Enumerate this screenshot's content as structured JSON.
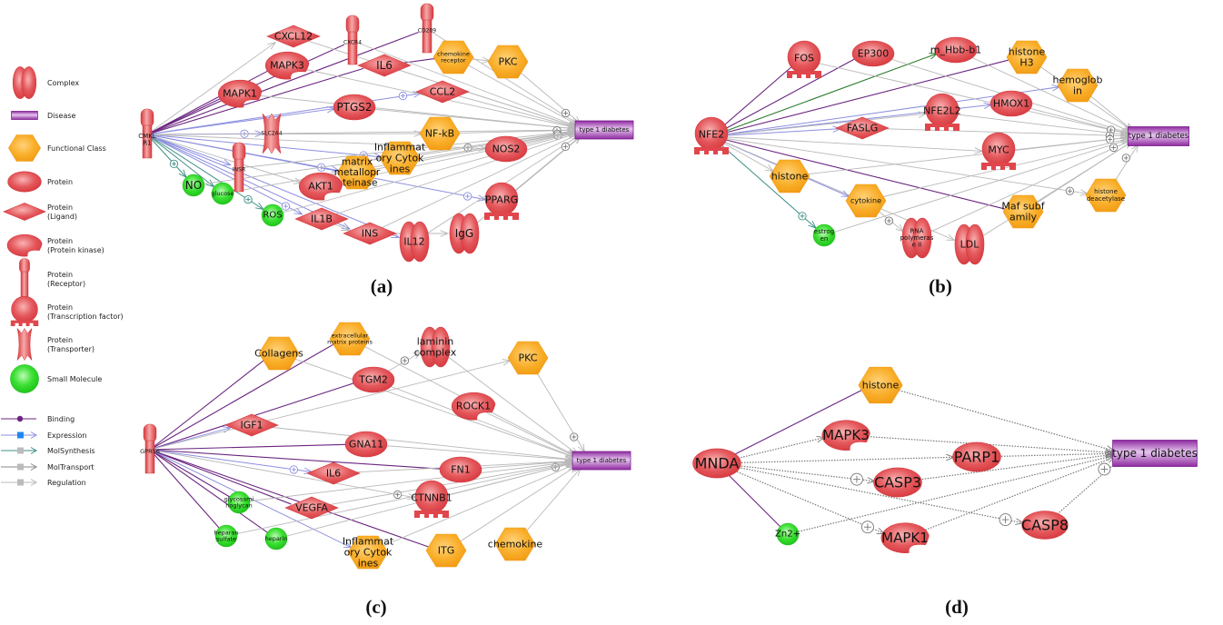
{
  "legend": {
    "node_types": [
      {
        "shape": "complex",
        "label": "Complex"
      },
      {
        "shape": "disease",
        "label": "Disease"
      },
      {
        "shape": "functional-class",
        "label": "Functional Class"
      },
      {
        "shape": "protein",
        "label": "Protein"
      },
      {
        "shape": "ligand",
        "label": "Protein",
        "sublabel": "(Ligand)"
      },
      {
        "shape": "kinase",
        "label": "Protein",
        "sublabel": "(Protein kinase)"
      },
      {
        "shape": "receptor",
        "label": "Protein",
        "sublabel": "(Receptor)"
      },
      {
        "shape": "tf",
        "label": "Protein",
        "sublabel": "(Transcription factor)"
      },
      {
        "shape": "transporter",
        "label": "Protein",
        "sublabel": "(Transporter)"
      },
      {
        "shape": "small-molecule",
        "label": "Small Molecule"
      }
    ],
    "edge_types": [
      {
        "type": "binding",
        "label": "Binding"
      },
      {
        "type": "expression",
        "label": "Expression"
      },
      {
        "type": "molsynthesis",
        "label": "MolSynthesis"
      },
      {
        "type": "moltransport",
        "label": "MolTransport"
      },
      {
        "type": "regulation",
        "label": "Regulation"
      }
    ]
  },
  "colors": {
    "protein": "#e0464c",
    "functional_class": "#f7a51c",
    "small_molecule": "#2fd82a",
    "disease": "#8a2a9e",
    "binding": "#6a2580",
    "expression": "#8c8fe0",
    "molsynthesis": "#3f8f86",
    "moltransport": "#888888",
    "regulation": "#b8b8b8",
    "synthesis_green": "#2e7d2e"
  },
  "panels": [
    {
      "caption": "(a)",
      "target": "type 1 diabetes",
      "nodes": [
        {
          "id": "CMKLR1",
          "label": "CMKL\nR1",
          "shape": "receptor"
        },
        {
          "id": "CXCL12",
          "label": "CXCL12",
          "shape": "ligand"
        },
        {
          "id": "CXCR4",
          "label": "CXCR4",
          "shape": "receptor"
        },
        {
          "id": "CD209",
          "label": "CD209",
          "shape": "receptor"
        },
        {
          "id": "MAPK3",
          "label": "MAPK3",
          "shape": "kinase"
        },
        {
          "id": "MAPK1",
          "label": "MAPK1",
          "shape": "kinase"
        },
        {
          "id": "IL6",
          "label": "IL6",
          "shape": "ligand"
        },
        {
          "id": "chemokine_receptor",
          "label": "chemokine\nreceptor",
          "shape": "functional-class"
        },
        {
          "id": "PKC",
          "label": "PKC",
          "shape": "functional-class"
        },
        {
          "id": "PTGS2",
          "label": "PTGS2",
          "shape": "protein"
        },
        {
          "id": "CCL2",
          "label": "CCL2",
          "shape": "ligand"
        },
        {
          "id": "SLC2A4",
          "label": "SLC2A4",
          "shape": "transporter"
        },
        {
          "id": "NF-kB",
          "label": "NF-kB",
          "shape": "functional-class"
        },
        {
          "id": "INSR",
          "label": "INSR",
          "shape": "receptor"
        },
        {
          "id": "Inflammatory_Cytokines",
          "label": "Inflammat\nory Cytok\nines",
          "shape": "functional-class"
        },
        {
          "id": "NOS2",
          "label": "NOS2",
          "shape": "protein"
        },
        {
          "id": "matrix_metalloproteinase",
          "label": "matrix\nmetallopr\noteinase",
          "shape": "functional-class"
        },
        {
          "id": "AKT1",
          "label": "AKT1",
          "shape": "kinase"
        },
        {
          "id": "NO",
          "label": "NO",
          "shape": "small-molecule"
        },
        {
          "id": "glucose",
          "label": "glucose",
          "shape": "small-molecule"
        },
        {
          "id": "ROS",
          "label": "ROS",
          "shape": "small-molecule"
        },
        {
          "id": "IL1B",
          "label": "IL1B",
          "shape": "ligand"
        },
        {
          "id": "INS",
          "label": "INS",
          "shape": "ligand"
        },
        {
          "id": "IL12",
          "label": "IL12",
          "shape": "complex"
        },
        {
          "id": "IgG",
          "label": "IgG",
          "shape": "complex"
        },
        {
          "id": "PPARG",
          "label": "PPARG",
          "shape": "tf"
        },
        {
          "id": "T1D",
          "label": "type 1 diabetes",
          "shape": "disease"
        }
      ]
    },
    {
      "caption": "(b)",
      "target": "type 1 diabetes",
      "nodes": [
        {
          "id": "NFE2",
          "label": "NFE2",
          "shape": "tf"
        },
        {
          "id": "FOS",
          "label": "FOS",
          "shape": "tf"
        },
        {
          "id": "EP300",
          "label": "EP300",
          "shape": "protein"
        },
        {
          "id": "m_Hbb-b1",
          "label": "m_Hbb-b1",
          "shape": "protein"
        },
        {
          "id": "histone_H3",
          "label": "histone\nH3",
          "shape": "functional-class"
        },
        {
          "id": "hemoglobin",
          "label": "hemoglob\nin",
          "shape": "functional-class"
        },
        {
          "id": "HMOX1",
          "label": "HMOX1",
          "shape": "protein"
        },
        {
          "id": "FASLG",
          "label": "FASLG",
          "shape": "ligand"
        },
        {
          "id": "NFE2L2",
          "label": "NFE2L2",
          "shape": "tf"
        },
        {
          "id": "MYC",
          "label": "MYC",
          "shape": "tf"
        },
        {
          "id": "histone",
          "label": "histone",
          "shape": "functional-class"
        },
        {
          "id": "cytokine",
          "label": "cytokine",
          "shape": "functional-class"
        },
        {
          "id": "estrogen",
          "label": "estrog\nen",
          "shape": "small-molecule"
        },
        {
          "id": "RNA_polymerase_II",
          "label": "RNA\npolymeras\ne II",
          "shape": "complex"
        },
        {
          "id": "LDL",
          "label": "LDL",
          "shape": "complex"
        },
        {
          "id": "Maf_subfamily",
          "label": "Maf subf\namily",
          "shape": "functional-class"
        },
        {
          "id": "histone_deacetylase",
          "label": "histone\ndeacetylase",
          "shape": "functional-class"
        },
        {
          "id": "T1D",
          "label": "type 1 diabetes",
          "shape": "disease"
        }
      ]
    },
    {
      "caption": "(c)",
      "target": "type 1 diabetes",
      "nodes": [
        {
          "id": "GPR56",
          "label": "GPR56",
          "shape": "receptor"
        },
        {
          "id": "Collagens",
          "label": "Collagens",
          "shape": "functional-class"
        },
        {
          "id": "ECM_proteins",
          "label": "extracellular\nmatrix proteins",
          "shape": "functional-class"
        },
        {
          "id": "laminin_complex",
          "label": "laminin\ncomplex",
          "shape": "complex"
        },
        {
          "id": "PKC",
          "label": "PKC",
          "shape": "functional-class"
        },
        {
          "id": "TGM2",
          "label": "TGM2",
          "shape": "protein"
        },
        {
          "id": "ROCK1",
          "label": "ROCK1",
          "shape": "kinase"
        },
        {
          "id": "IGF1",
          "label": "IGF1",
          "shape": "ligand"
        },
        {
          "id": "GNA11",
          "label": "GNA11",
          "shape": "protein"
        },
        {
          "id": "FN1",
          "label": "FN1",
          "shape": "protein"
        },
        {
          "id": "IL6",
          "label": "IL6",
          "shape": "ligand"
        },
        {
          "id": "CTNNB1",
          "label": "CTNNB1",
          "shape": "tf"
        },
        {
          "id": "VEGFA",
          "label": "VEGFA",
          "shape": "ligand"
        },
        {
          "id": "glycosaminoglycan",
          "label": "glycosami\nnoglycan",
          "shape": "small-molecule"
        },
        {
          "id": "heparan_sulfate",
          "label": "heparan\nsulfate",
          "shape": "small-molecule"
        },
        {
          "id": "heparin",
          "label": "heparin",
          "shape": "small-molecule"
        },
        {
          "id": "Inflammatory_Cytokines",
          "label": "Inflammat\nory Cytok\nines",
          "shape": "functional-class"
        },
        {
          "id": "ITG",
          "label": "ITG",
          "shape": "functional-class"
        },
        {
          "id": "chemokine",
          "label": "chemokine",
          "shape": "functional-class"
        },
        {
          "id": "T1D",
          "label": "type 1 diabetes",
          "shape": "disease"
        }
      ]
    },
    {
      "caption": "(d)",
      "target": "type 1 diabetes",
      "nodes": [
        {
          "id": "MNDA",
          "label": "MNDA",
          "shape": "protein"
        },
        {
          "id": "histone",
          "label": "histone",
          "shape": "functional-class"
        },
        {
          "id": "MAPK3",
          "label": "MAPK3",
          "shape": "kinase"
        },
        {
          "id": "PARP1",
          "label": "PARP1",
          "shape": "protein"
        },
        {
          "id": "CASP3",
          "label": "CASP3",
          "shape": "protein"
        },
        {
          "id": "Zn2+",
          "label": "Zn2+",
          "shape": "small-molecule"
        },
        {
          "id": "MAPK1",
          "label": "MAPK1",
          "shape": "kinase"
        },
        {
          "id": "CASP8",
          "label": "CASP8",
          "shape": "protein"
        },
        {
          "id": "T1D",
          "label": "type 1 diabetes",
          "shape": "disease"
        }
      ]
    }
  ]
}
